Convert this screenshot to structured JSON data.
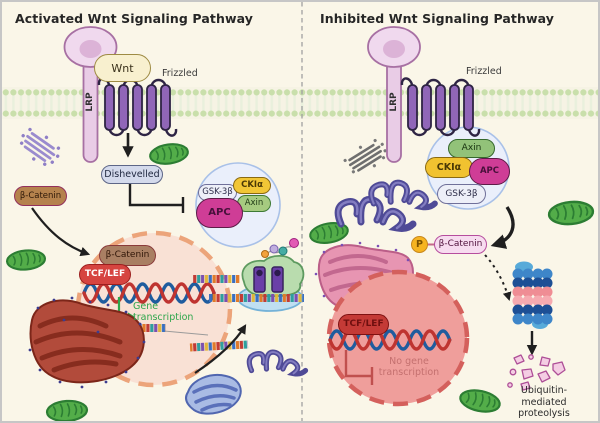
{
  "left_panel": {
    "title": "Activated Wnt Signaling Pathway",
    "wnt_label": "Wnt",
    "frizzled_label": "Frizzled",
    "lrp_label": "LRP",
    "dishevelled_label": "Dishevelled",
    "destruction_complex": {
      "gsk3b": "GSK-3β",
      "ckia": "CKIα",
      "axin": "Axin",
      "apc": "APC"
    },
    "beta_catenin_cytoplasm": "β-Catenin",
    "beta_catenin_nucleus": "β-Catenin",
    "tcf_lef": "TCF/LEF",
    "gene_transcription": "Gene\ntranscription"
  },
  "right_panel": {
    "title": "Inhibited Wnt Signaling Pathway",
    "frizzled_label": "Frizzled",
    "lrp_label": "LRP",
    "destruction_complex": {
      "axin": "Axin",
      "ckia": "CKIα",
      "apc": "APC",
      "gsk3b": "GSK-3β"
    },
    "phosphate_label": "P",
    "beta_catenin": "β-Catenin",
    "tcf_lef": "TCF/LEF",
    "no_gene_transcription": "No gene\ntranscription",
    "proteolysis_label": "Ubiquitin-\nmediated\nproteolysis"
  },
  "colors": {
    "background": "#faf6e8",
    "membrane_green": "#c9dfab",
    "receptor_purple": "#9066b8",
    "lrp_pink": "#e9cce6",
    "wnt_tan": "#f8f0cf",
    "dishevelled_blue": "#d4daec",
    "apc_magenta": "#cf3d96",
    "ckia_yellow": "#f1c636",
    "axin_green": "#a6cb80",
    "gsk3b_white": "#edeff8",
    "beta_catenin_brown": "#b5824d",
    "beta_catenin_pink": "#f7dcef",
    "tcf_lef_red": "#d64440",
    "phosphate_yellow": "#f6b421",
    "nucleus_left": "#f9e1d5",
    "nucleus_right": "#ef9e9b",
    "gene_transcription_green": "#2fa64c",
    "no_transcription_red": "#c4706f",
    "mitochondria_green": "#53ad49",
    "er_red": "#b24b3b",
    "er_pink": "#e795b2",
    "golgi_blue": "#a9bbe4",
    "proteasome_blue": "#1d4f95",
    "proteasome_pink": "#ef8d94"
  }
}
